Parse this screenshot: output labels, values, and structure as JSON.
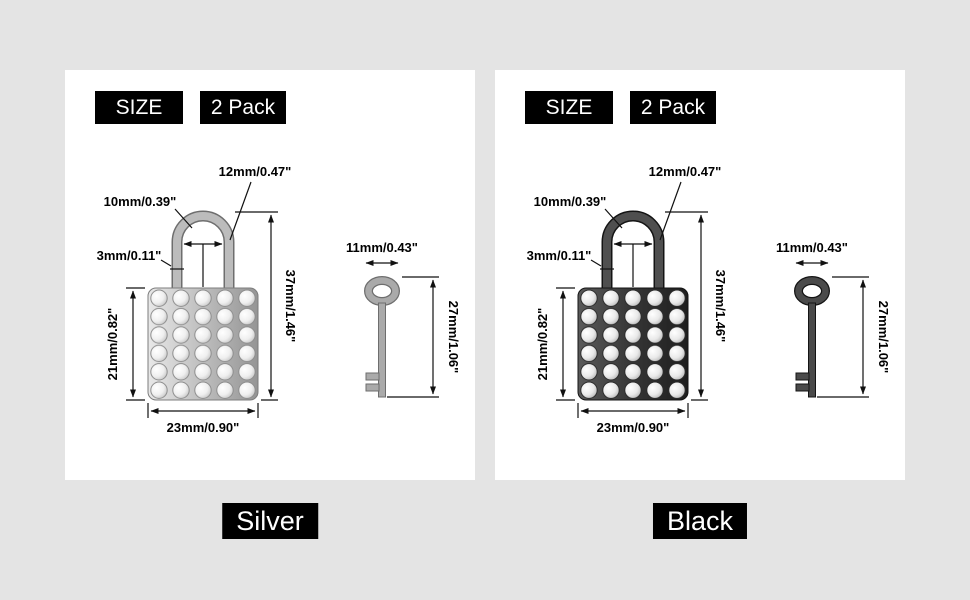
{
  "colors": {
    "background": "#e4e4e4",
    "panel": "#ffffff",
    "label_bg": "#000000",
    "label_text": "#ffffff",
    "silver_finish": "#b9b9b9",
    "black_finish": "#3a3a3a"
  },
  "panels": [
    {
      "name": "silver",
      "size_label": "SIZE",
      "pack_label": "2 Pack",
      "product_label": "Silver",
      "finish_color": "#b9b9b9",
      "dimensions": {
        "shackle_inner_width": "12mm/0.47\"",
        "shackle_outer_width": "10mm/0.39\"",
        "shackle_thickness": "3mm/0.11\"",
        "total_height": "37mm/1.46\"",
        "body_height": "21mm/0.82\"",
        "body_width": "23mm/0.90\"",
        "key_head_width": "11mm/0.43\"",
        "key_length": "27mm/1.06\""
      }
    },
    {
      "name": "black",
      "size_label": "SIZE",
      "pack_label": "2 Pack",
      "product_label": "Black",
      "finish_color": "#3a3a3a",
      "dimensions": {
        "shackle_inner_width": "12mm/0.47\"",
        "shackle_outer_width": "10mm/0.39\"",
        "shackle_thickness": "3mm/0.11\"",
        "total_height": "37mm/1.46\"",
        "body_height": "21mm/0.82\"",
        "body_width": "23mm/0.90\"",
        "key_head_width": "11mm/0.43\"",
        "key_length": "27mm/1.06\""
      }
    }
  ]
}
